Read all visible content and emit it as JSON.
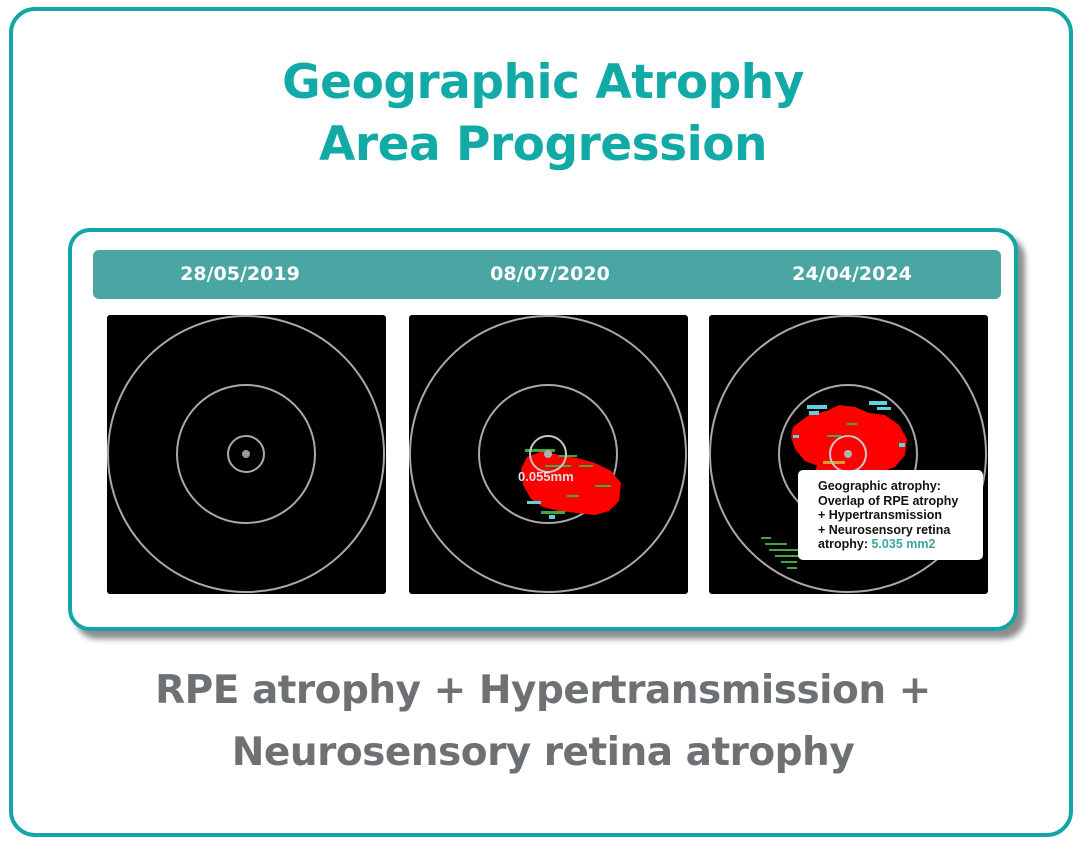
{
  "title": {
    "line1": "Geographic Atrophy",
    "line2": "Area Progression"
  },
  "dates": [
    "28/05/2019",
    "08/07/2020",
    "24/04/2024"
  ],
  "scans": [
    {
      "date": "28/05/2019",
      "overlay": "none"
    },
    {
      "date": "08/07/2020",
      "overlay": "small-lesion",
      "measurement_label": "0.055mm"
    },
    {
      "date": "24/04/2024",
      "overlay": "large-lesion"
    }
  ],
  "tooltip": {
    "line1": "Geographic atrophy:",
    "line2": "Overlap of RPE atrophy",
    "line3": "+ Hypertransmission",
    "line4": "+ Neurosensory retina",
    "line5_prefix": "atrophy: ",
    "line5_value": "5.035 mm2"
  },
  "footer": {
    "line1": "RPE atrophy + Hypertransmission +",
    "line2": "Neurosensory retina atrophy"
  },
  "colors": {
    "accent_teal": "#13a6a6",
    "date_bar": "#49a6a3",
    "footer_gray": "#6e7173",
    "lesion_red": "#ff0000",
    "hypertransmission_cyan": "#5fd0e0",
    "neurosensory_green": "#3fa83f"
  }
}
